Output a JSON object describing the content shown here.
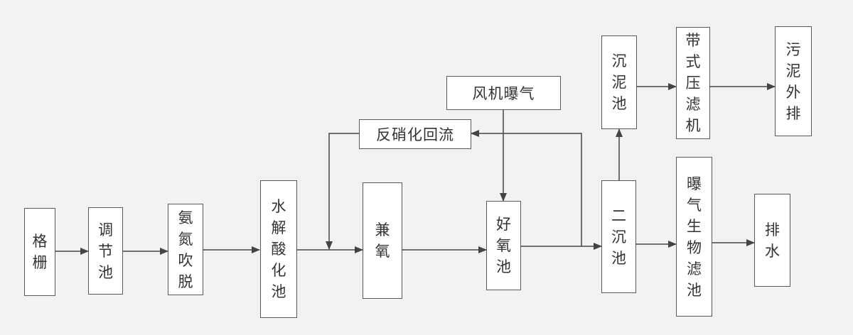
{
  "nodes": {
    "grid": "格栅",
    "adjust_tank": "调节池",
    "ammonia_stripping": "氨氮吹脱",
    "hydrolysis_tank": "水解酸化池",
    "anoxic": "兼氧",
    "aerobic_tank": "好氧池",
    "secondary_clarifier": "二沉池",
    "baf": "曝气生物滤池",
    "discharge": "排水",
    "sludge_tank": "沉泥池",
    "belt_filter_press": "带式压滤机",
    "sludge_out": "污泥外排",
    "blower_aeration": "风机曝气",
    "denitrification_return": "反硝化回流"
  },
  "colors": {
    "line": "#444444",
    "border": "#5a5a5a",
    "background": "#f2f2f2",
    "box": "#ffffff",
    "text": "#333333"
  }
}
